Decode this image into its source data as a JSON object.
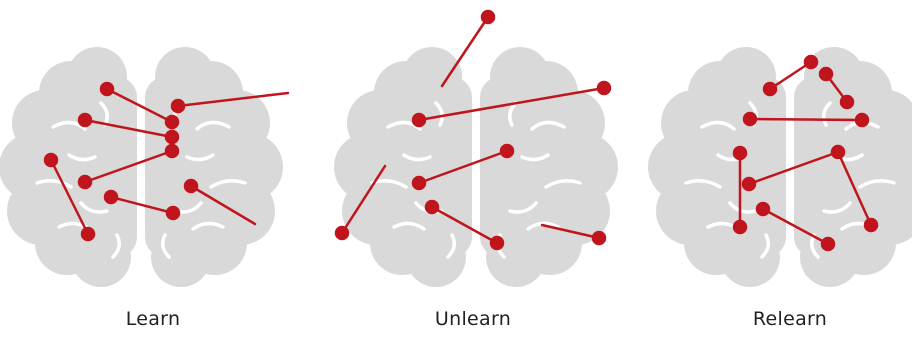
{
  "colors": {
    "brain": "#d9d9d9",
    "fold": "#ffffff",
    "connection": "#c0151c",
    "label": "#222222"
  },
  "panels": [
    {
      "label": "Learn",
      "icon": "brain-icon"
    },
    {
      "label": "Unlearn",
      "icon": "brain-icon"
    },
    {
      "label": "Relearn",
      "icon": "brain-icon"
    }
  ]
}
